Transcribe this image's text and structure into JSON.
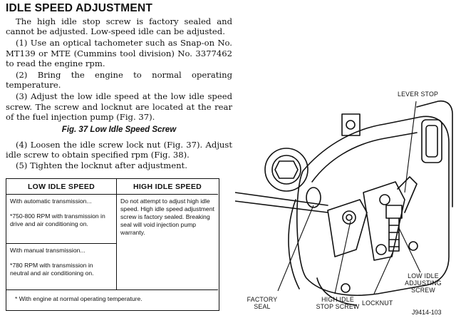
{
  "doc": {
    "heading": "IDLE SPEED ADJUSTMENT",
    "paragraphs": [
      "The high idle stop screw is factory sealed and cannot be adjusted. Low-speed idle can be adjusted.",
      "(1) Use an optical tachometer such as Snap-on No. MT139 or MTE (Cummins tool division) No. 3377462 to read the engine rpm.",
      "(2) Bring the engine to normal operating temperature.",
      "(3) Adjust the low idle speed at the low idle speed screw. The screw and locknut are located at the rear of the fuel injection pump (Fig. 37)."
    ],
    "figure_caption": "Fig. 37 Low Idle Speed Screw",
    "steps_after": [
      "(4) Loosen the idle screw lock nut (Fig. 37). Adjust idle screw to obtain specified rpm (Fig. 38).",
      "(5) Tighten the locknut after adjustment."
    ]
  },
  "table": {
    "col_low": "LOW IDLE SPEED",
    "col_high": "HIGH IDLE SPEED",
    "auto_label": "With automatic transmission...",
    "auto_spec": "*750-800 RPM with transmission in drive and air conditioning on.",
    "manual_label": "With manual transmission...",
    "manual_spec": "*780 RPM with transmission in neutral and air conditioning on.",
    "high_note": "Do not attempt to adjust high idle speed. High idle speed adjustment screw is factory sealed. Breaking seal will void injection pump warranty.",
    "footnote": "* With engine at normal operating temperature."
  },
  "figure": {
    "lever_stop": "LEVER STOP",
    "factory_seal": "FACTORY SEAL",
    "high_idle_stop_screw": "HIGH IDLE STOP SCREW",
    "locknut": "LOCKNUT",
    "low_idle_adjusting_screw": "LOW IDLE ADJUSTING SCREW",
    "figure_id": "J9414-103"
  }
}
